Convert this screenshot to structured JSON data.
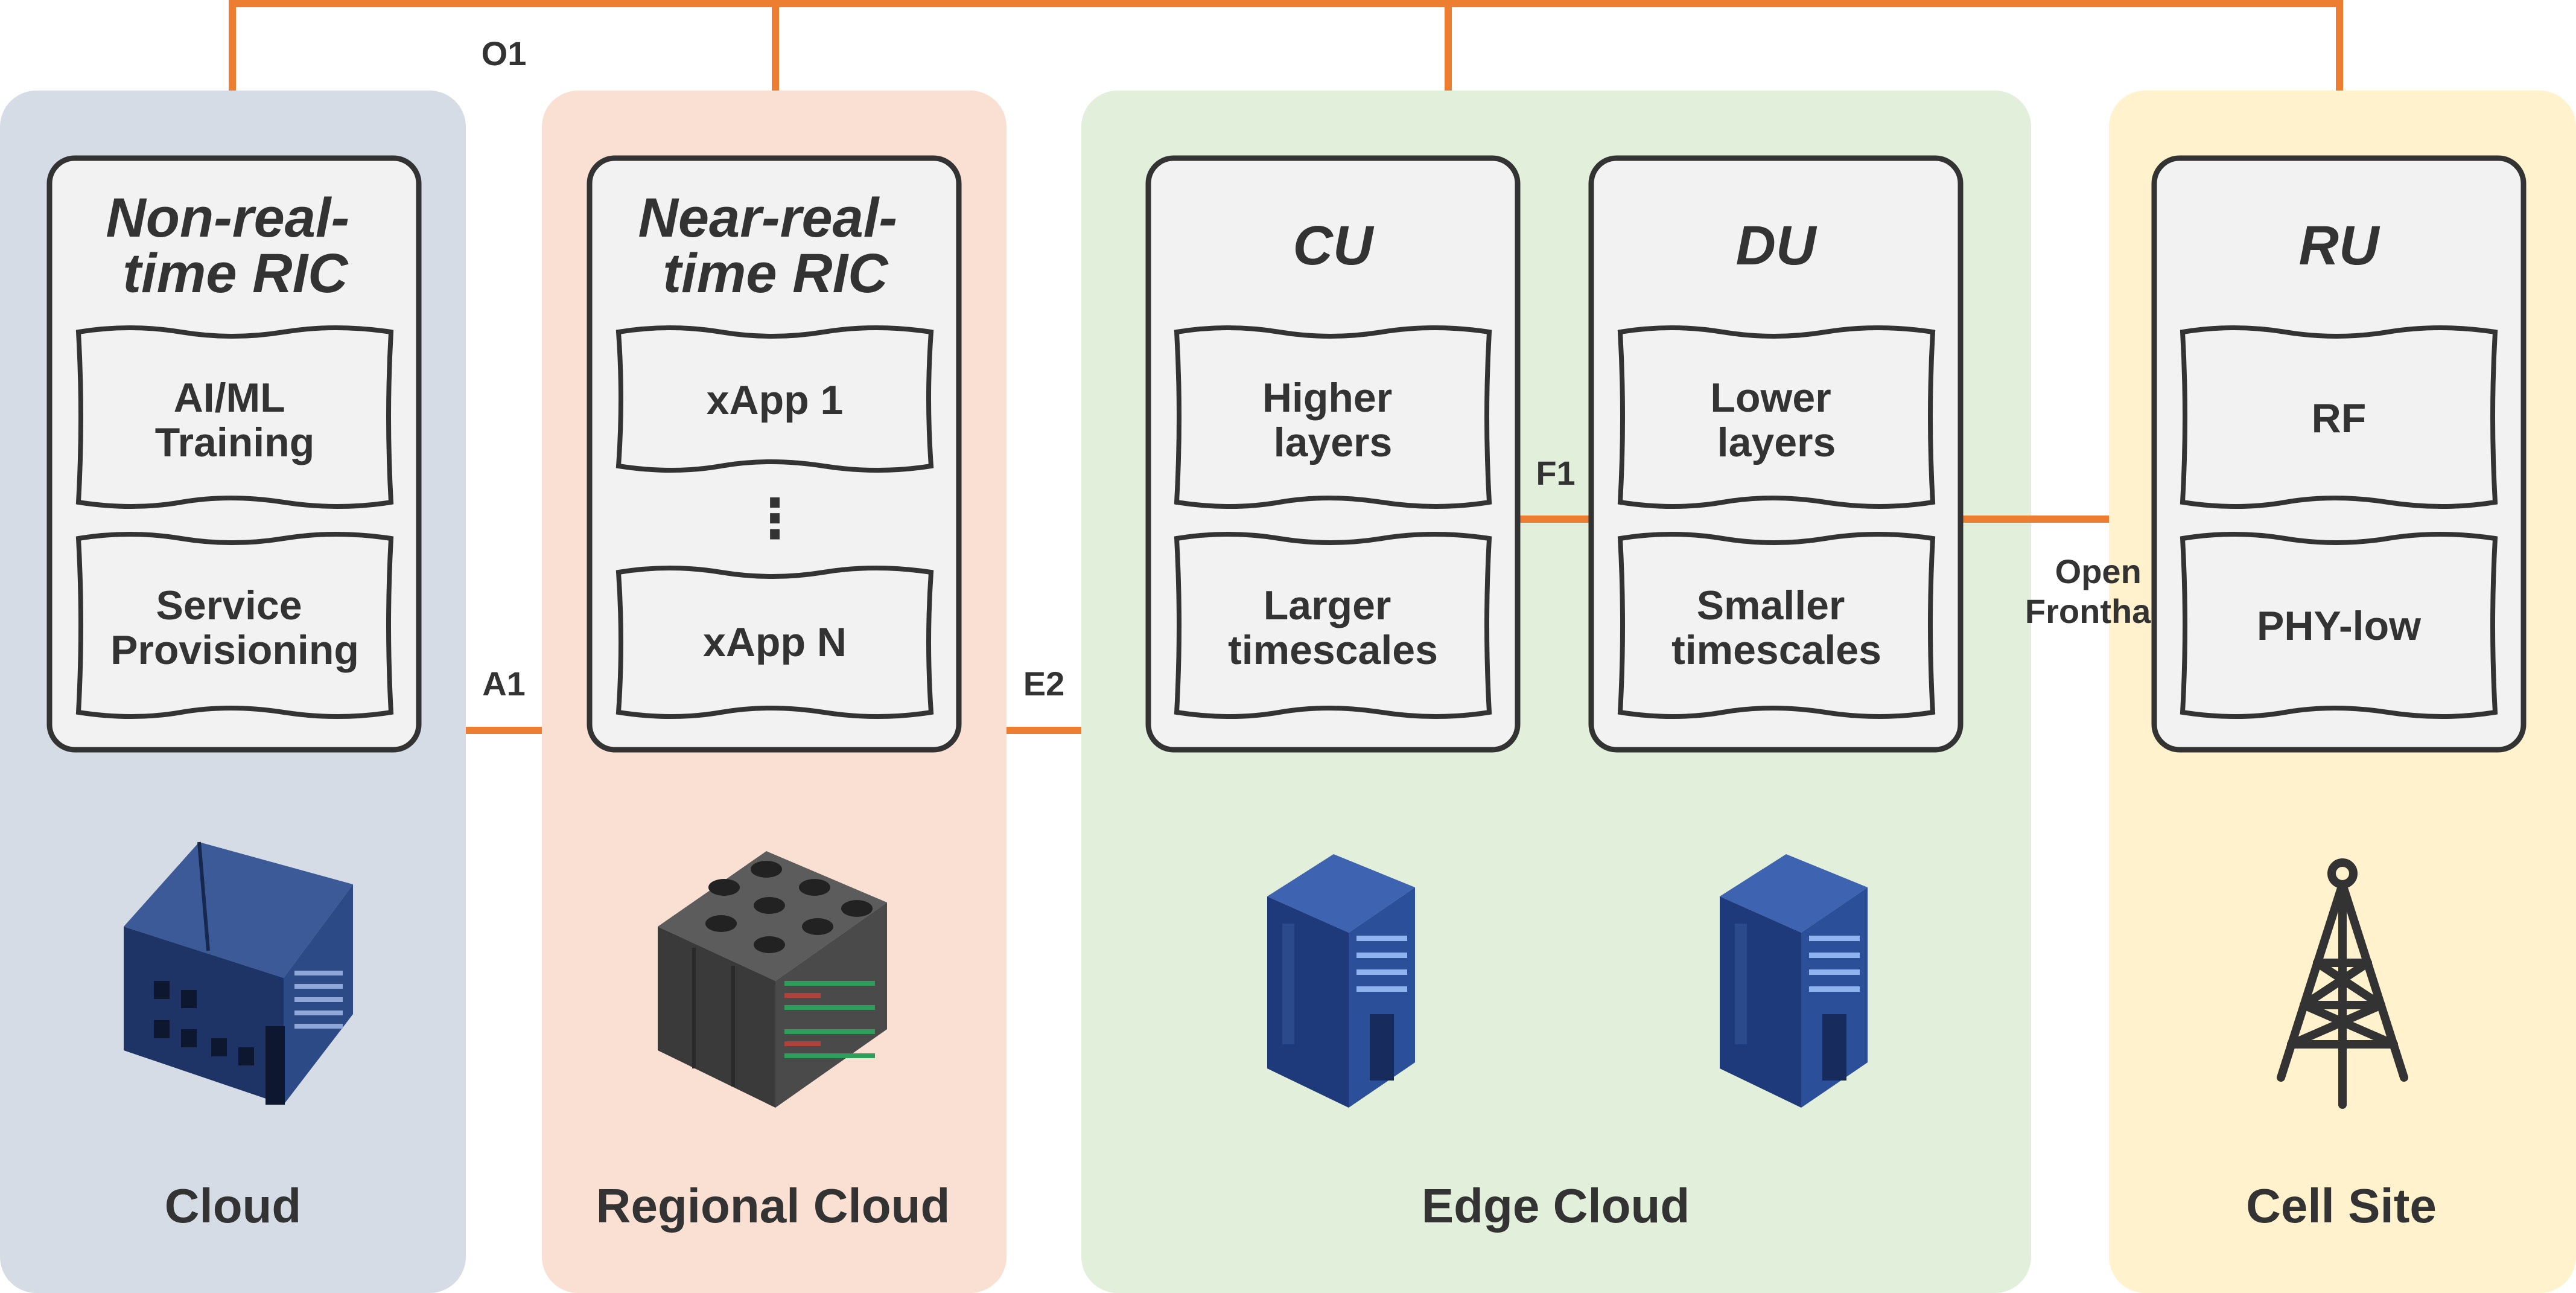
{
  "colors": {
    "link": "#ED7D31",
    "zone_cloud": "#D6DCE5",
    "zone_regional": "#F9E0D2",
    "zone_edge": "#E2EFDA",
    "zone_cell": "#FFF2CC",
    "box_fill": "#F2F2F2",
    "box_stroke": "#333333",
    "text": "#333333"
  },
  "interfaces": {
    "o1": "O1",
    "a1": "A1",
    "e2": "E2",
    "f1": "F1",
    "open_fronthaul": [
      "Open",
      "Fronthaul"
    ]
  },
  "zones": {
    "cloud": {
      "label": "Cloud",
      "function_title": [
        "Non-real-",
        "time RIC"
      ],
      "blocks": [
        [
          "AI/ML",
          "Training"
        ],
        [
          "Service",
          "Provisioning"
        ]
      ],
      "icon": "server-rack-icon"
    },
    "regional": {
      "label": "Regional Cloud",
      "function_title": [
        "Near-real-",
        "time RIC"
      ],
      "blocks": [
        [
          "xApp 1"
        ],
        [
          "xApp N"
        ]
      ],
      "ellipsis": "⋮",
      "icon": "server-cube-icon"
    },
    "edge": {
      "label": "Edge Cloud",
      "cu": {
        "title": "CU",
        "blocks": [
          [
            "Higher",
            "layers"
          ],
          [
            "Larger",
            "timescales"
          ]
        ],
        "icon": "server-tower-icon"
      },
      "du": {
        "title": "DU",
        "blocks": [
          [
            "Lower",
            "layers"
          ],
          [
            "Smaller",
            "timescales"
          ]
        ],
        "icon": "server-tower-icon"
      }
    },
    "cell": {
      "label": "Cell Site",
      "function_title": "RU",
      "blocks": [
        [
          "RF"
        ],
        [
          "PHY-low"
        ]
      ],
      "icon": "cell-tower-icon"
    }
  }
}
